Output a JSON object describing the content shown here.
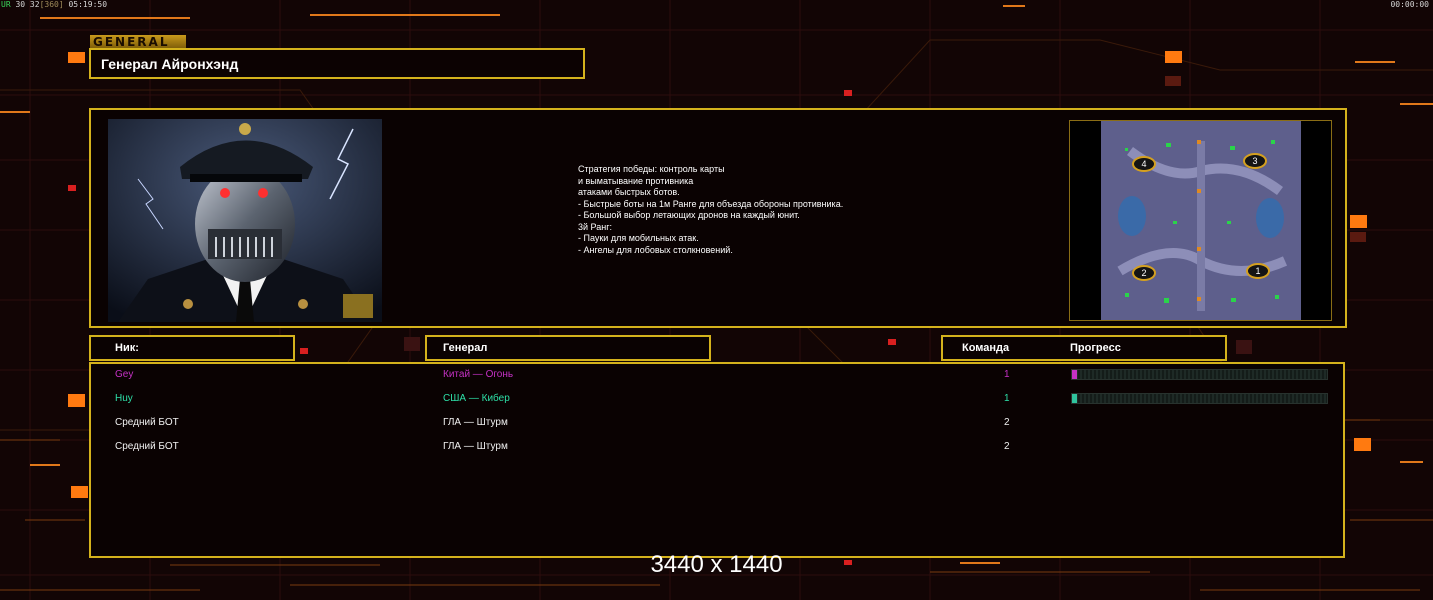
{
  "hud": {
    "top_left_ok": "UR",
    "top_left_stats": "30 32",
    "top_left_bracket": "[360]",
    "top_left_time": "05:19:50",
    "top_right_time": "00:00:00"
  },
  "general": {
    "tag": "GENERAL",
    "name": "Генерал Айронхэнд",
    "description": [
      "Стратегия победы: контроль карты",
      "и выматывание противника",
      "атаками быстрых ботов.",
      "",
      "- Быстрые боты на 1м Ранге для объезда обороны противника.",
      "- Большой выбор летающих дронов на каждый юнит.",
      "",
      "3й Ранг:",
      "- Пауки для мобильных атак.",
      "- Ангелы для лобовых столкновений."
    ]
  },
  "minimap": {
    "start_positions": [
      "4",
      "3",
      "2",
      "1"
    ]
  },
  "table": {
    "headers": {
      "nick": "Ник:",
      "general": "Генерал",
      "team": "Команда",
      "progress": "Прогресс"
    },
    "players": [
      {
        "nick": "Gey",
        "general": "Китай — Огонь",
        "team": "1",
        "color": "#c531c5",
        "progress": 0.02,
        "bar_color": "#c531c5"
      },
      {
        "nick": "Huy",
        "general": "США — Кибер",
        "team": "1",
        "color": "#2ee0a8",
        "progress": 0.02,
        "bar_color": "#30c49e"
      },
      {
        "nick": "Средний БОТ",
        "general": "ГЛА — Штурм",
        "team": "2",
        "color": "#f0f0f0"
      },
      {
        "nick": "Средний БОТ",
        "general": "ГЛА — Штурм",
        "team": "2",
        "color": "#f0f0f0"
      }
    ]
  },
  "resolution_label": "3440 x 1440",
  "colors": {
    "frame": "#d4b21c",
    "accent_orange": "#ff6a00",
    "background": "#120505"
  }
}
